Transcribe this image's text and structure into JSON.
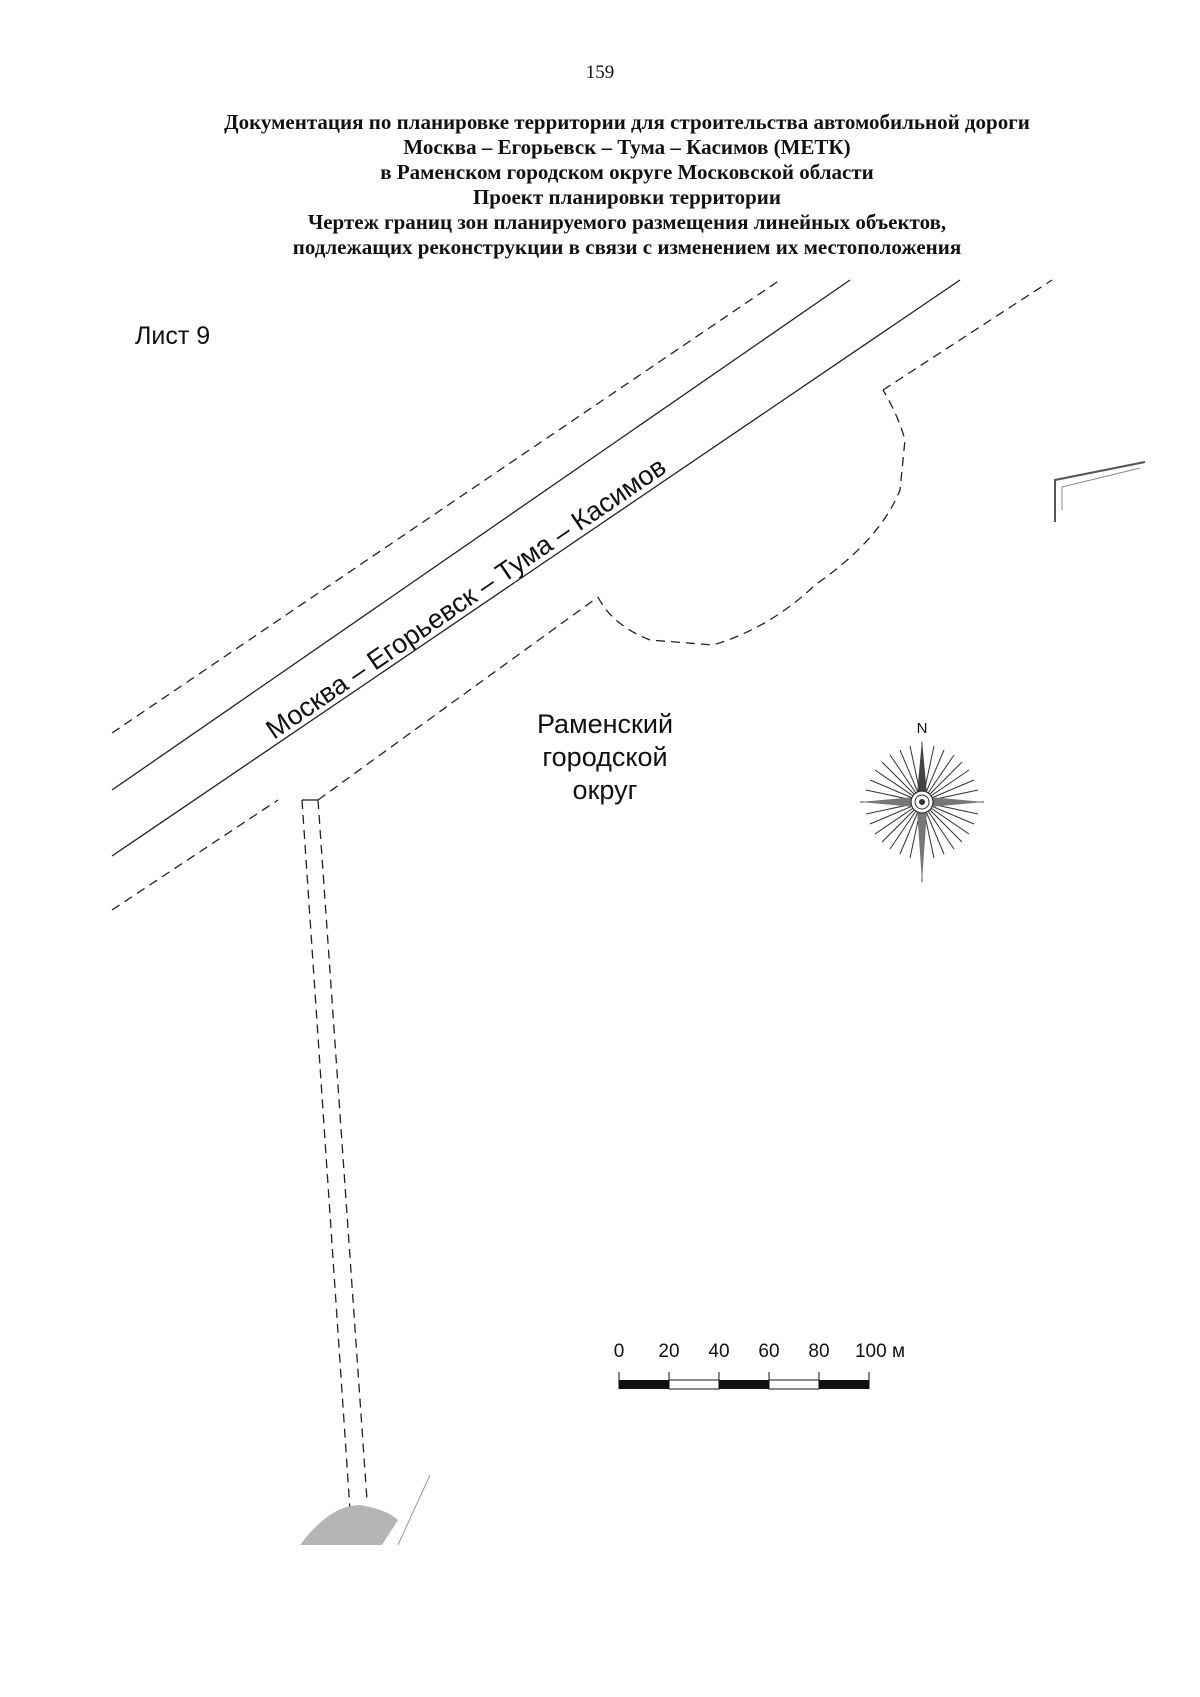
{
  "page_number": "159",
  "header": {
    "lines": [
      "Документация по планировке территории для строительства автомобильной дороги",
      "Москва – Егорьевск – Тума – Касимов (МЕТК)",
      "в Раменском городском округе Московской области",
      "Проект планировки территории",
      "Чертеж границ зон планируемого размещения линейных объектов,",
      "подлежащих реконструкции в связи с изменением их местоположения"
    ]
  },
  "sheet_label": "Лист 9",
  "map": {
    "road_label": "Москва – Егорьевск – Тума – Касимов",
    "district_label": [
      "Раменский",
      "городской",
      "округ"
    ],
    "north_label": "N",
    "scale_bar": {
      "ticks": [
        "0",
        "20",
        "40",
        "60",
        "80",
        "100 м"
      ]
    }
  },
  "colors": {
    "ink": "#111111",
    "dashed_line": "#222222",
    "gray_fill": "#b5b5b5"
  }
}
